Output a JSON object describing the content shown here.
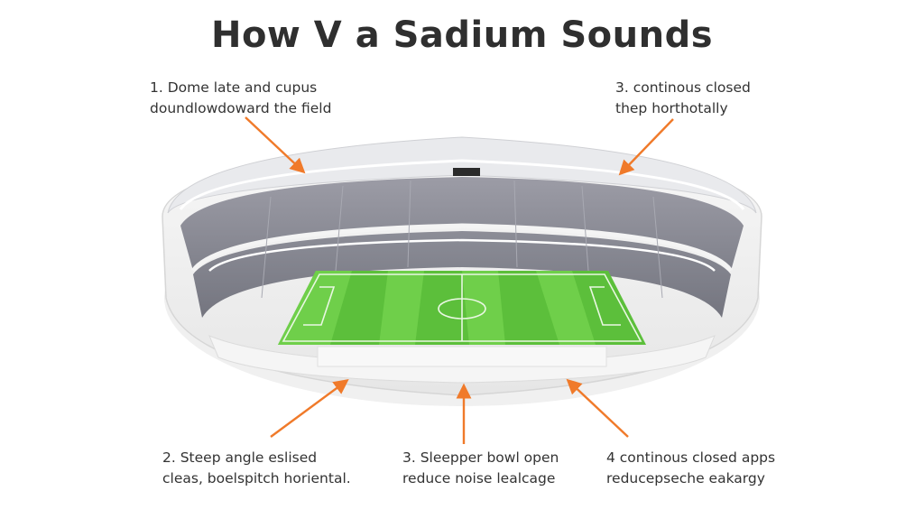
{
  "title": "How V a Sadium Sounds",
  "annotations": {
    "top_left": {
      "line1": "1. Dome late and cupus",
      "line2": "doundlowdoward the field"
    },
    "top_right": {
      "line1": "3. continous closed",
      "line2": "thep horthotally"
    },
    "bottom_left": {
      "line1": "2. Steep angle eslised",
      "line2": "cleas, boelspitch horiental."
    },
    "bottom_center": {
      "line1": "3. Sleepper bowl open",
      "line2": "reduce noise lealcage"
    },
    "bottom_right": {
      "line1": "4 continous closed apps",
      "line2": "reducepseche eakargy"
    }
  },
  "colors": {
    "arrow": "#f07a2a",
    "pitch_light": "#6fcf4a",
    "pitch_dark": "#5cbf3b",
    "seats": "#8f9099",
    "structure": "#f2f2f2",
    "title": "#2f2f2f"
  }
}
